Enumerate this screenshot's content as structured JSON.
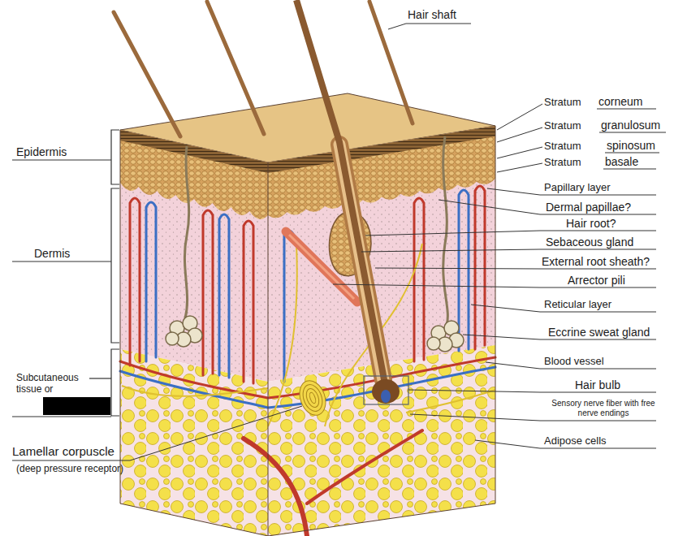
{
  "diagram": {
    "labels": [
      "Hair shaft",
      "Stratum",
      "corneum",
      "Stratum",
      "granulosum",
      "Stratum",
      "spinosum",
      "Stratum",
      "basale",
      "Epidermis",
      "Papillary layer",
      "Dermal papillae?",
      "Hair root?",
      "Sebaceous gland",
      "External root sheath?",
      "Dermis",
      "Arrector pili",
      "Reticular layer",
      "Eccrine sweat gland",
      "Blood vessel",
      "Subcutaneous tissue or",
      "Hair bulb",
      "Sensory nerve fiber with free nerve endings",
      "Adipose cells",
      "Lamellar corpuscle",
      "(deep pressure receptor)"
    ]
  }
}
